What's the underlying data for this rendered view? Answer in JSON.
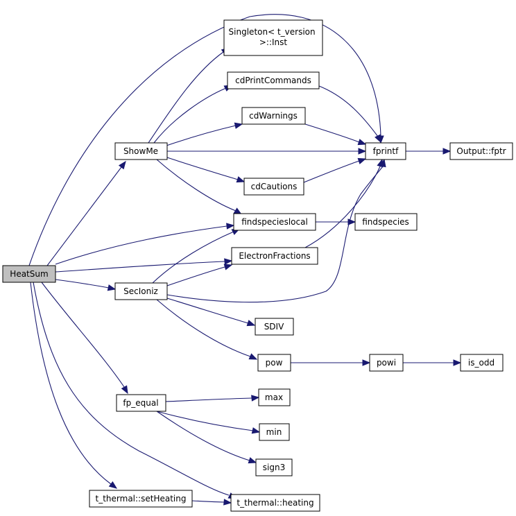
{
  "graph": {
    "nodes": {
      "heatsum": {
        "label": "HeatSum",
        "current": true
      },
      "singleton": {
        "label": "Singleton< t_version >::Inst"
      },
      "cdprintcommands": {
        "label": "cdPrintCommands"
      },
      "cdwarnings": {
        "label": "cdWarnings"
      },
      "showme": {
        "label": "ShowMe"
      },
      "fprintf": {
        "label": "fprintf"
      },
      "outputfptr": {
        "label": "Output::fptr"
      },
      "cdcautions": {
        "label": "cdCautions"
      },
      "findspecieslocal": {
        "label": "findspecieslocal"
      },
      "findspecies": {
        "label": "findspecies"
      },
      "electronfractions": {
        "label": "ElectronFractions"
      },
      "secioniz": {
        "label": "SecIoniz"
      },
      "sdiv": {
        "label": "SDIV"
      },
      "pow": {
        "label": "pow"
      },
      "powi": {
        "label": "powi"
      },
      "isodd": {
        "label": "is_odd"
      },
      "fpequal": {
        "label": "fp_equal"
      },
      "max": {
        "label": "max"
      },
      "min": {
        "label": "min"
      },
      "sign3": {
        "label": "sign3"
      },
      "setheating": {
        "label": "t_thermal::setHeating"
      },
      "heating": {
        "label": "t_thermal::heating"
      }
    },
    "edges": [
      [
        "heatsum",
        "fprintf"
      ],
      [
        "heatsum",
        "showme"
      ],
      [
        "heatsum",
        "findspecieslocal"
      ],
      [
        "heatsum",
        "electronfractions"
      ],
      [
        "heatsum",
        "secioniz"
      ],
      [
        "heatsum",
        "fpequal"
      ],
      [
        "heatsum",
        "heating"
      ],
      [
        "heatsum",
        "setheating"
      ],
      [
        "showme",
        "singleton"
      ],
      [
        "showme",
        "cdprintcommands"
      ],
      [
        "showme",
        "cdwarnings"
      ],
      [
        "showme",
        "fprintf"
      ],
      [
        "showme",
        "cdcautions"
      ],
      [
        "showme",
        "findspecieslocal"
      ],
      [
        "cdprintcommands",
        "fprintf"
      ],
      [
        "cdwarnings",
        "fprintf"
      ],
      [
        "cdcautions",
        "fprintf"
      ],
      [
        "fprintf",
        "outputfptr"
      ],
      [
        "findspecieslocal",
        "findspecies"
      ],
      [
        "electronfractions",
        "fprintf"
      ],
      [
        "secioniz",
        "findspecieslocal"
      ],
      [
        "secioniz",
        "electronfractions"
      ],
      [
        "secioniz",
        "fprintf"
      ],
      [
        "secioniz",
        "sdiv"
      ],
      [
        "secioniz",
        "pow"
      ],
      [
        "pow",
        "powi"
      ],
      [
        "powi",
        "isodd"
      ],
      [
        "fpequal",
        "max"
      ],
      [
        "fpequal",
        "min"
      ],
      [
        "fpequal",
        "sign3"
      ],
      [
        "setheating",
        "heating"
      ]
    ]
  }
}
